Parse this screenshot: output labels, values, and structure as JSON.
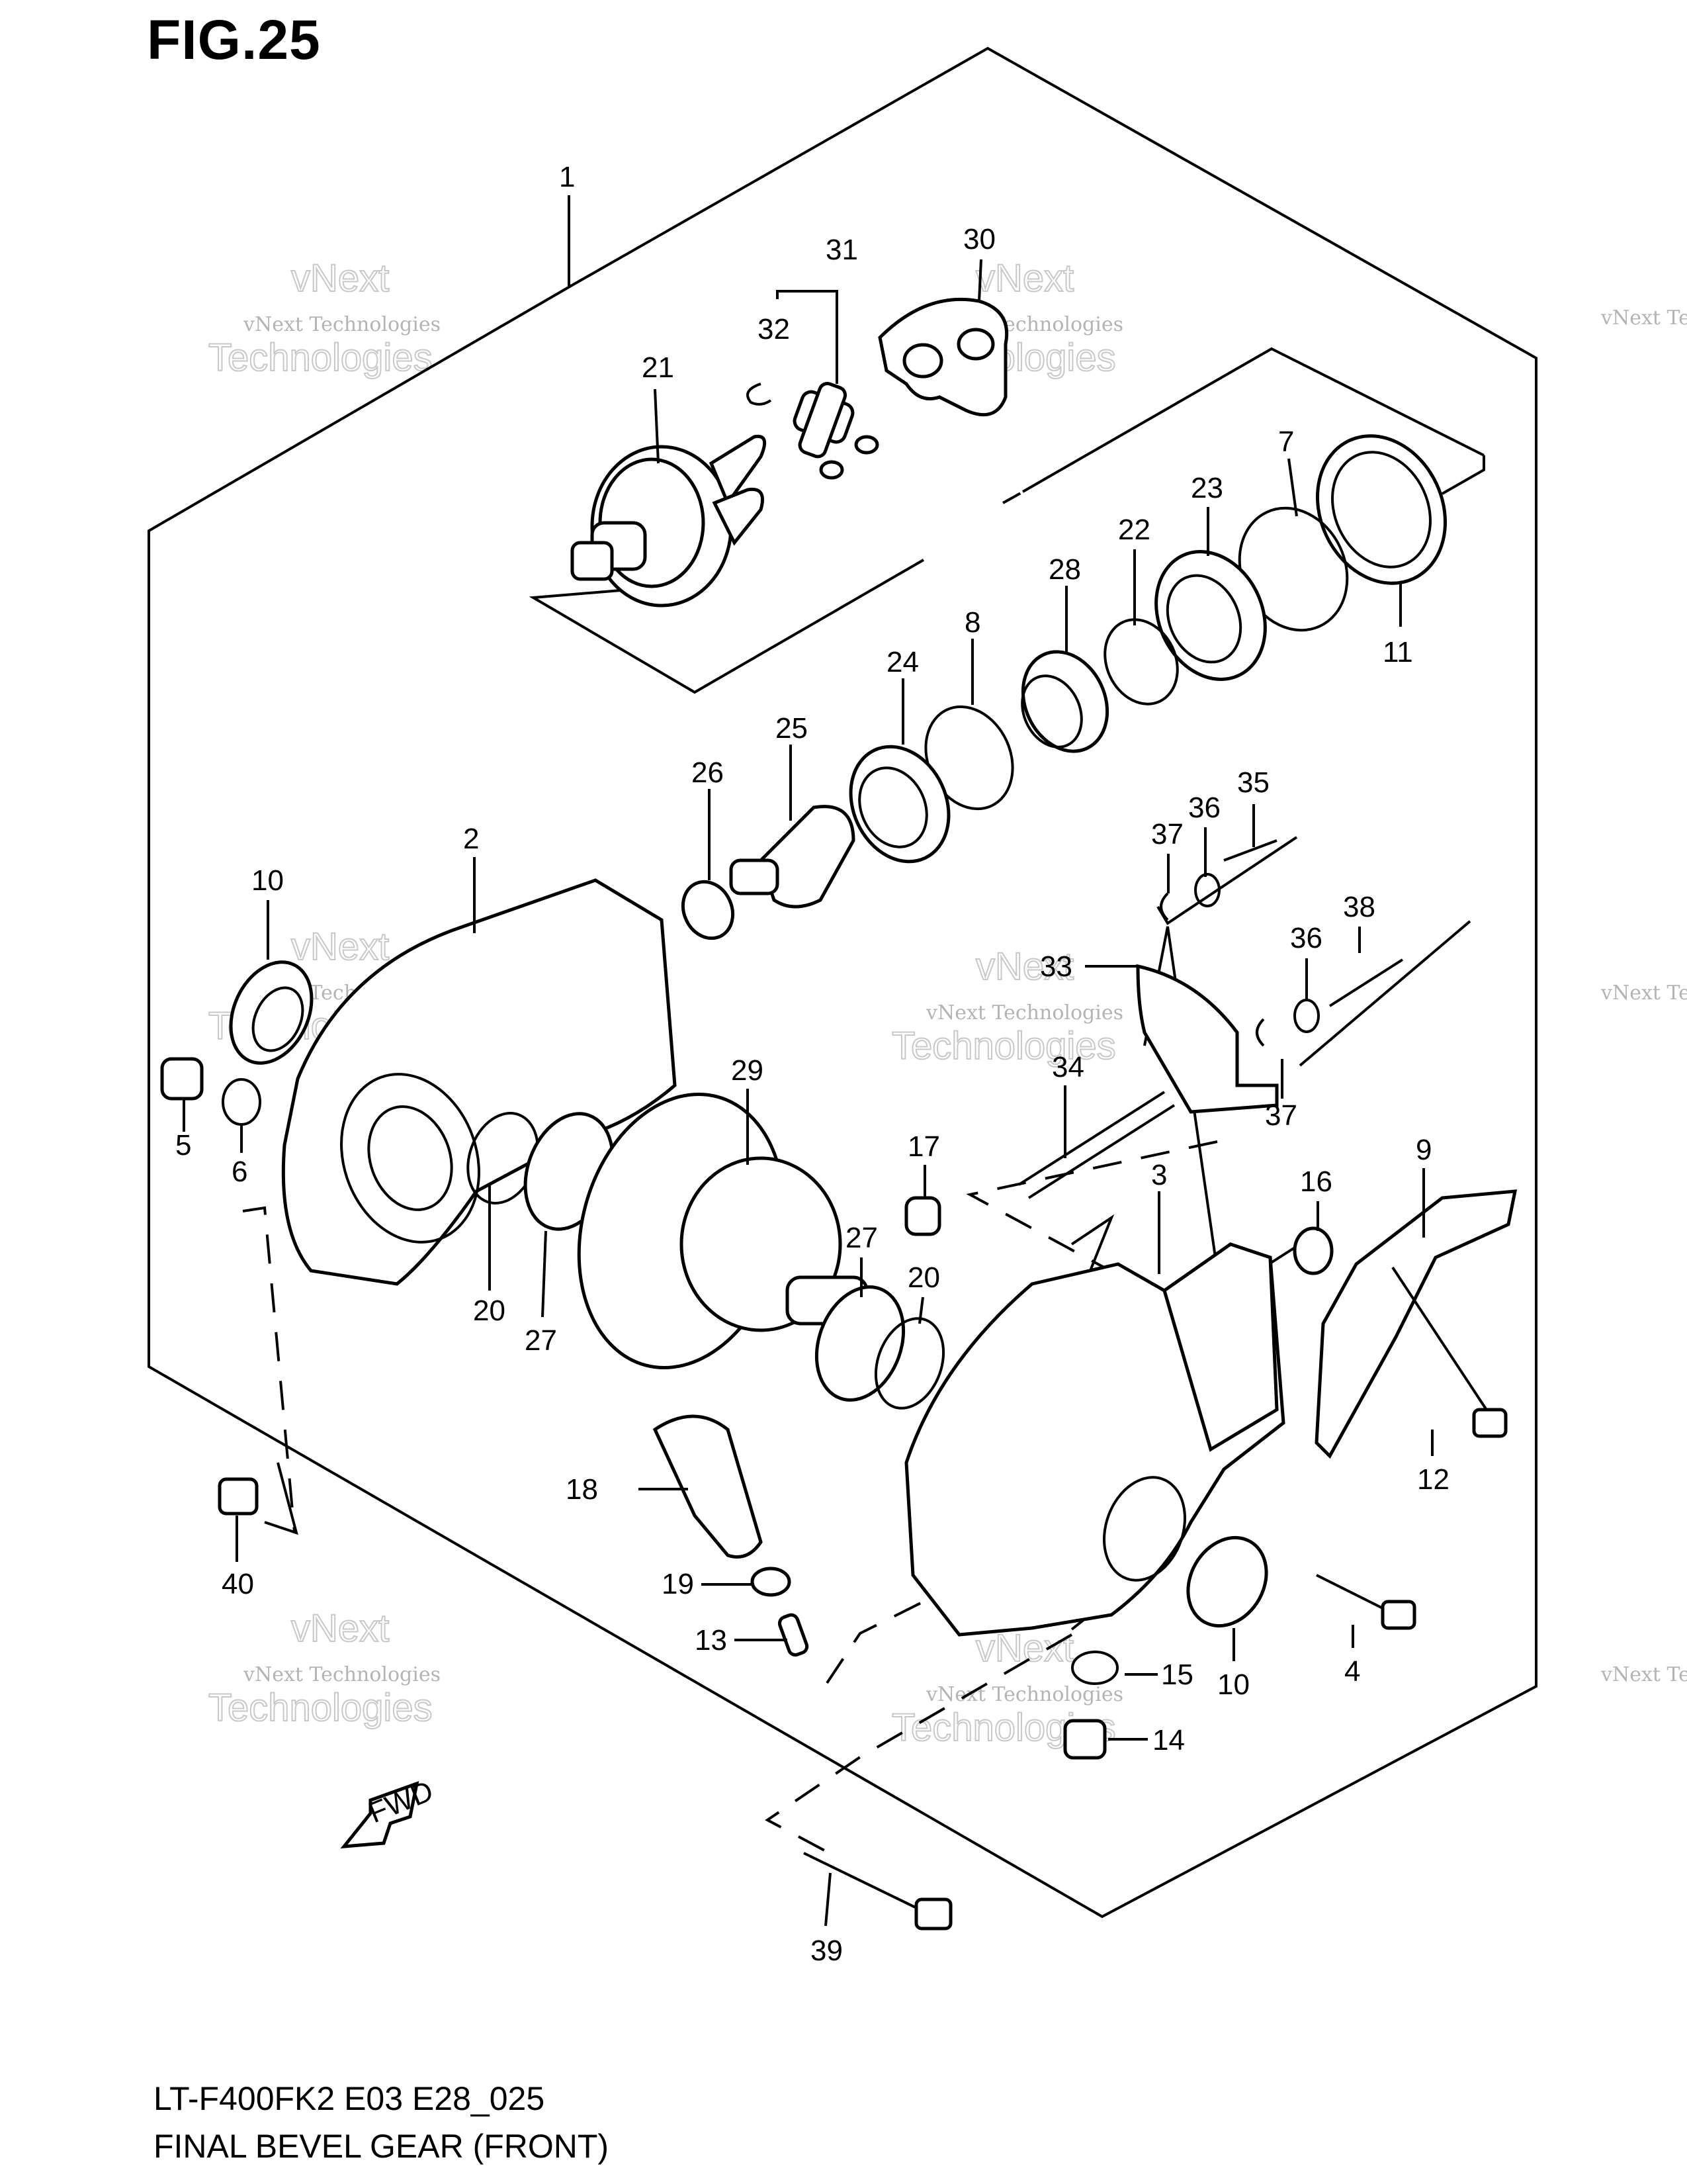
{
  "figure": {
    "title": "FIG.25"
  },
  "captions": {
    "model": "LT-F400FK2 E03 E28_025",
    "name": "FINAL BEVEL GEAR (FRONT)"
  },
  "watermark": {
    "line1": "vNext Technologies",
    "line2": "vNext",
    "line3": "Technologies"
  },
  "fwd_arrow": {
    "label": "FWD"
  },
  "callouts": {
    "c1": "1",
    "c2": "2",
    "c3": "3",
    "c4": "4",
    "c5": "5",
    "c6": "6",
    "c7": "7",
    "c8": "8",
    "c9": "9",
    "c10a": "10",
    "c10b": "10",
    "c11": "11",
    "c12": "12",
    "c13": "13",
    "c14": "14",
    "c15": "15",
    "c16": "16",
    "c17": "17",
    "c18": "18",
    "c19": "19",
    "c20a": "20",
    "c20b": "20",
    "c21": "21",
    "c22": "22",
    "c23": "23",
    "c24": "24",
    "c25": "25",
    "c26": "26",
    "c27a": "27",
    "c27b": "27",
    "c28": "28",
    "c29": "29",
    "c30": "30",
    "c31": "31",
    "c32": "32",
    "c33": "33",
    "c34": "34",
    "c35": "35",
    "c36a": "36",
    "c36b": "36",
    "c37a": "37",
    "c37b": "37",
    "c38": "38",
    "c39": "39",
    "c40": "40"
  },
  "icons": [
    "fwd-arrow-icon"
  ],
  "colors": {
    "line": "#000000",
    "background": "#ffffff",
    "watermark": "#b4b4b4"
  }
}
